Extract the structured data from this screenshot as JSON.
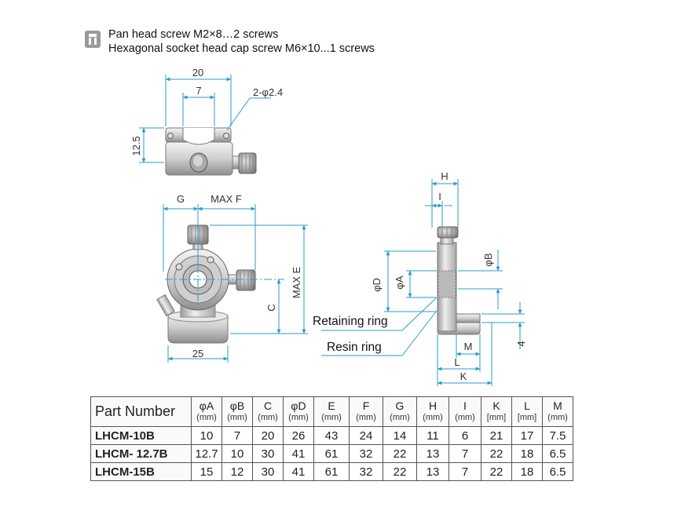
{
  "note": {
    "icon": "screw-icon",
    "line1": "Pan head screw M2×8…2 screws",
    "line2": "Hexagonal socket head cap screw M6×10...1 screws"
  },
  "dims": {
    "top_width": "20",
    "top_slot": "7",
    "top_holes": "2-φ2.4",
    "top_height": "12.5",
    "g": "G",
    "max_f": "MAX F",
    "max_e": "MAX E",
    "c": "C",
    "base_width": "25",
    "h": "H",
    "i": "I",
    "phi_b": "φB",
    "phi_a": "φA",
    "phi_d": "φD",
    "four": "4",
    "m": "M",
    "l": "L",
    "k": "K"
  },
  "labels": {
    "retaining_ring": "Retaining ring",
    "resin_ring": "Resin ring"
  },
  "table": {
    "part_number_header": "Part Number",
    "columns": [
      {
        "sym": "φA",
        "unit": "(mm)"
      },
      {
        "sym": "φB",
        "unit": "(mm)"
      },
      {
        "sym": "C",
        "unit": "(mm)"
      },
      {
        "sym": "φD",
        "unit": "(mm)"
      },
      {
        "sym": "E",
        "unit": "(mm)"
      },
      {
        "sym": "F",
        "unit": "(mm)"
      },
      {
        "sym": "G",
        "unit": "(mm)"
      },
      {
        "sym": "H",
        "unit": "(mm)"
      },
      {
        "sym": "I",
        "unit": "(mm)"
      },
      {
        "sym": "K",
        "unit": "[mm]"
      },
      {
        "sym": "L",
        "unit": "[mm]"
      },
      {
        "sym": "M",
        "unit": "(mm)"
      }
    ],
    "rows": [
      {
        "part": "LHCM-10B",
        "values": [
          "10",
          "7",
          "20",
          "26",
          "43",
          "24",
          "14",
          "11",
          "6",
          "21",
          "17",
          "7.5"
        ]
      },
      {
        "part": "LHCM- 12.7B",
        "values": [
          "12.7",
          "10",
          "30",
          "41",
          "61",
          "32",
          "22",
          "13",
          "7",
          "22",
          "18",
          "6.5"
        ]
      },
      {
        "part": "LHCM-15B",
        "values": [
          "15",
          "12",
          "30",
          "41",
          "61",
          "32",
          "22",
          "13",
          "7",
          "22",
          "18",
          "6.5"
        ]
      }
    ]
  }
}
